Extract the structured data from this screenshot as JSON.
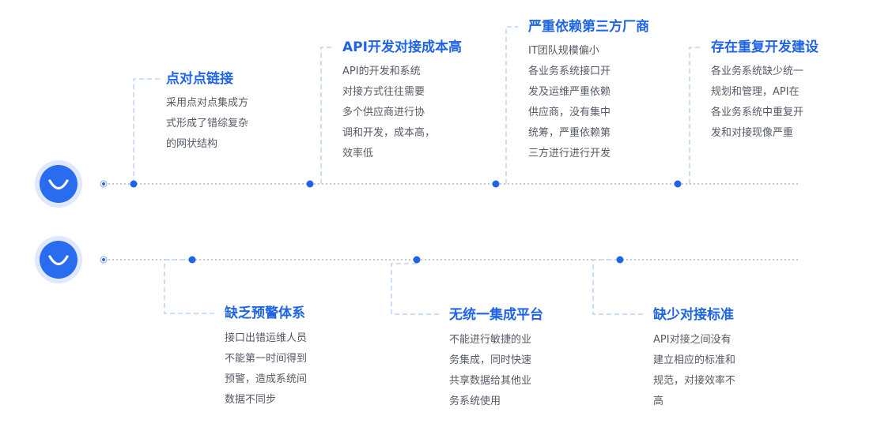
{
  "row_top": {
    "items": [
      {
        "title": "点对点链接",
        "desc": [
          "采用点对点集成方",
          "式形成了错综复杂",
          "的网状结构"
        ]
      },
      {
        "title": "API开发对接成本高",
        "desc": [
          "API的开发和系统",
          "对接方式往往需要",
          "多个供应商进行协",
          "调和开发，成本高，",
          "效率低"
        ]
      },
      {
        "title": "严重依赖第三方厂商",
        "desc": [
          "IT团队规模偏小",
          "各业务系统接口开",
          "发及运维严重依赖",
          "供应商，没有集中",
          "统筹，严重依赖第",
          "三方进行进行开发"
        ]
      },
      {
        "title": "存在重复开发建设",
        "desc": [
          "各业务系统缺少统一",
          "规划和管理，API在",
          "各业务系统中重复开",
          "发和对接现像严重"
        ]
      }
    ]
  },
  "row_bottom": {
    "items": [
      {
        "title": "缺乏预警体系",
        "desc": [
          "接口出错运维人员",
          "不能第一时间得到",
          "预警，造成系统间",
          "数据不同步"
        ]
      },
      {
        "title": "无统一集成平台",
        "desc": [
          "不能进行敏捷的业",
          "务集成，同时快速",
          "共享数据给其他业",
          "务系统使用"
        ]
      },
      {
        "title": "缺少对接标准",
        "desc": [
          "API对接之间没有",
          "建立相应的标准和",
          "规范，对接效率不",
          "高"
        ]
      }
    ]
  },
  "colors": {
    "accent": "#1f63e6",
    "text": "#555a66",
    "dash": "#9bbcef",
    "timeline": "#8a93a6"
  },
  "icons": [
    "smile-icon",
    "smile-icon"
  ]
}
